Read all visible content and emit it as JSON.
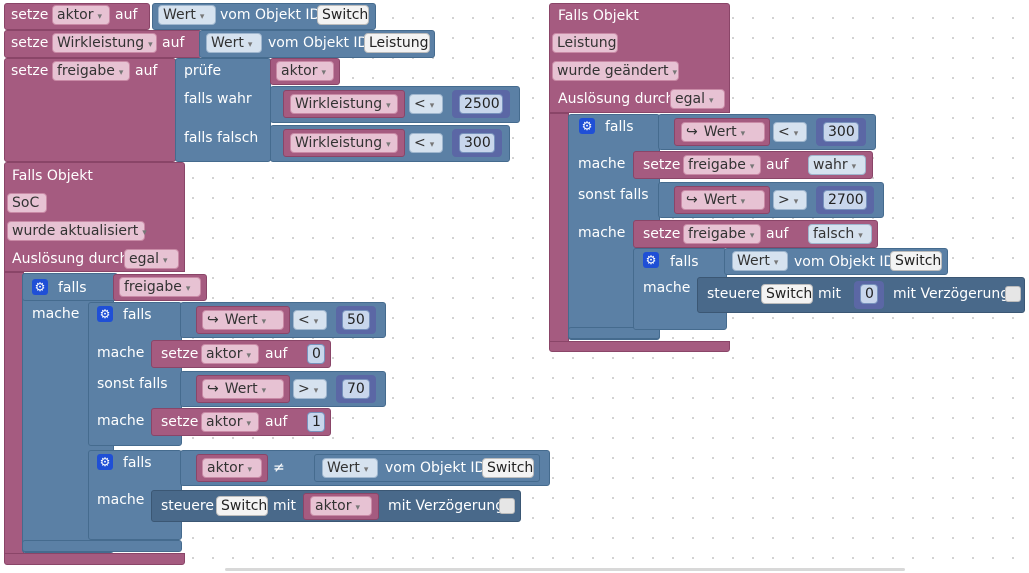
{
  "blocks": {
    "setze_aktor": {
      "setze": "setze",
      "var": "aktor",
      "auf": "auf",
      "value": "Wert",
      "vom": "vom Objekt ID",
      "object": "Switch"
    },
    "setze_wirk": {
      "setze": "setze",
      "var": "Wirkleistung",
      "auf": "auf",
      "value": "Wert",
      "vom": "vom Objekt ID",
      "object": "Leistung"
    },
    "setze_freigabe": {
      "setze": "setze",
      "var": "freigabe",
      "auf": "auf",
      "pruefe": "prüfe",
      "cond": "aktor",
      "falls_wahr": "falls wahr",
      "falls_falsch": "falls falsch",
      "true_var": "Wirkleistung",
      "true_op": "<",
      "true_num": "2500",
      "false_var": "Wirkleistung",
      "false_op": "<",
      "false_num": "300"
    },
    "event_soc": {
      "title": "Falls Objekt",
      "object": "SoC",
      "trigger": "wurde aktualisiert",
      "ausl": "Auslösung durch",
      "ausl_val": "egal",
      "falls": "falls",
      "mache": "mache",
      "cond": "freigabe",
      "inner": {
        "falls": "falls",
        "wert": "Wert",
        "op1": "<",
        "num1": "50",
        "mache": "mache",
        "setze": "setze",
        "var1": "aktor",
        "auf": "auf",
        "val1": "0",
        "sonst_falls": "sonst falls",
        "op2": ">",
        "num2": "70",
        "val2": "1"
      },
      "second": {
        "falls": "falls",
        "var": "aktor",
        "op": "≠",
        "wert": "Wert",
        "vom": "vom Objekt ID",
        "object": "Switch",
        "mache": "mache",
        "steuere": "steuere",
        "target": "Switch",
        "mit": "mit",
        "val": "aktor",
        "delay": "mit Verzögerung"
      }
    },
    "event_leistung": {
      "title": "Falls Objekt",
      "object": "Leistung",
      "trigger": "wurde geändert",
      "ausl": "Auslösung durch",
      "ausl_val": "egal",
      "falls": "falls",
      "wert": "Wert",
      "op1": "<",
      "num1": "300",
      "mache": "mache",
      "setze": "setze",
      "var": "freigabe",
      "auf": "auf",
      "val1": "wahr",
      "sonst_falls": "sonst falls",
      "op2": ">",
      "num2": "2700",
      "val2": "falsch",
      "inner": {
        "falls": "falls",
        "wert": "Wert",
        "vom": "vom Objekt ID",
        "object": "Switch",
        "mache": "mache",
        "steuere": "steuere",
        "target": "Switch",
        "mit": "mit",
        "val": "0",
        "delay": "mit Verzögerung"
      }
    }
  },
  "icons": {
    "gear": "gear-icon",
    "arrow": "↪",
    "dropdown": "▾"
  },
  "colors": {
    "variables": "#a55b80",
    "logic": "#5b80a5",
    "math": "#5b67a5"
  }
}
